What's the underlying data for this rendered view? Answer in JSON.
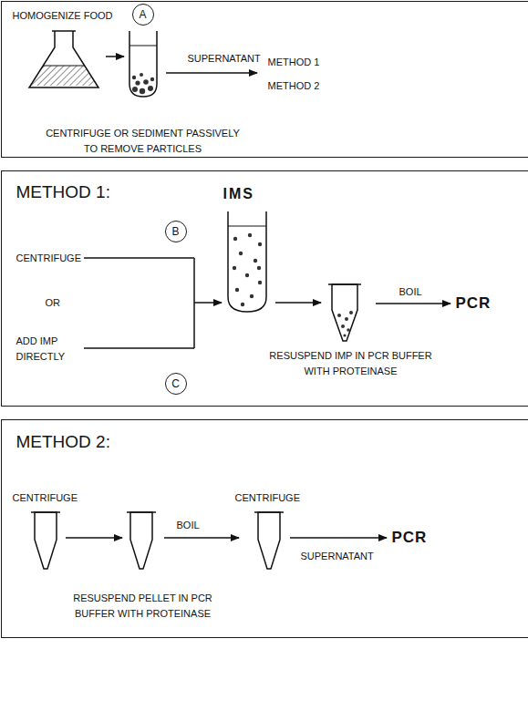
{
  "diagram": {
    "nodes": [
      {
        "text": [
          "HOMOGENIZE FOOD",
          "SUPERNATANT",
          "METHOD 1",
          "METHOD 2",
          "CENTRIFUGE OR SEDIMENT PASSIVELY TO REMOVE PARTICLES"
        ]
      },
      {
        "text": [
          "A"
        ],
        "in": 0
      },
      {
        "text": [
          "METHOD 1:",
          "CENTRIFUGE",
          "OR",
          "ADD IMP DIRECTLY",
          "IMS",
          "BOIL",
          "PCR",
          "RESUSPEND IMP IN PCR BUFFER WITH PROTEINASE"
        ]
      },
      {
        "text": [
          "B"
        ],
        "in": 2
      },
      {
        "text": [
          "C"
        ],
        "in": 2
      },
      {
        "text": [
          "METHOD 2:",
          "CENTRIFUGE",
          "CENTRIFUGE",
          "BOIL",
          "PCR",
          "SUPERNATANT",
          "RESUSPEND PELLET IN PCR BUFFER WITH PROTEINASE"
        ]
      }
    ]
  }
}
